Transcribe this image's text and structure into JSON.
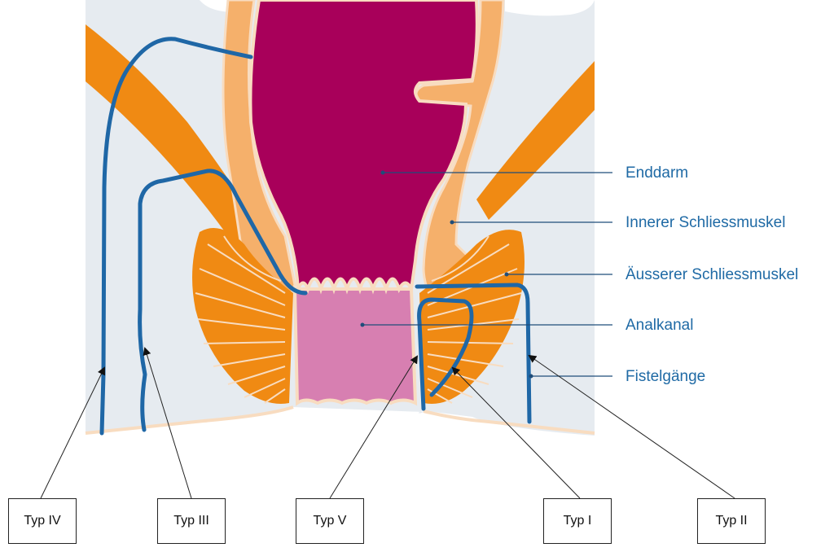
{
  "labels": {
    "enddarm": "Enddarm",
    "innerer": "Innerer Schliessmuskel",
    "aeusserer": "Äusserer Schliessmuskel",
    "analkanal": "Analkanal",
    "fistelgaenge": "Fistelgänge"
  },
  "types": {
    "typ4": "Typ IV",
    "typ3": "Typ III",
    "typ5": "Typ V",
    "typ1": "Typ I",
    "typ2": "Typ II"
  },
  "colors": {
    "background_tissue": "#e6ebf0",
    "rectum": "#a8005a",
    "anal_canal": "#d77fb1",
    "external_sphincter": "#f08a13",
    "internal_sphincter": "#f5b06b",
    "mucosa_border": "#f8dcc0",
    "fistula": "#1f67a6",
    "label_text": "#1f6aa5"
  }
}
